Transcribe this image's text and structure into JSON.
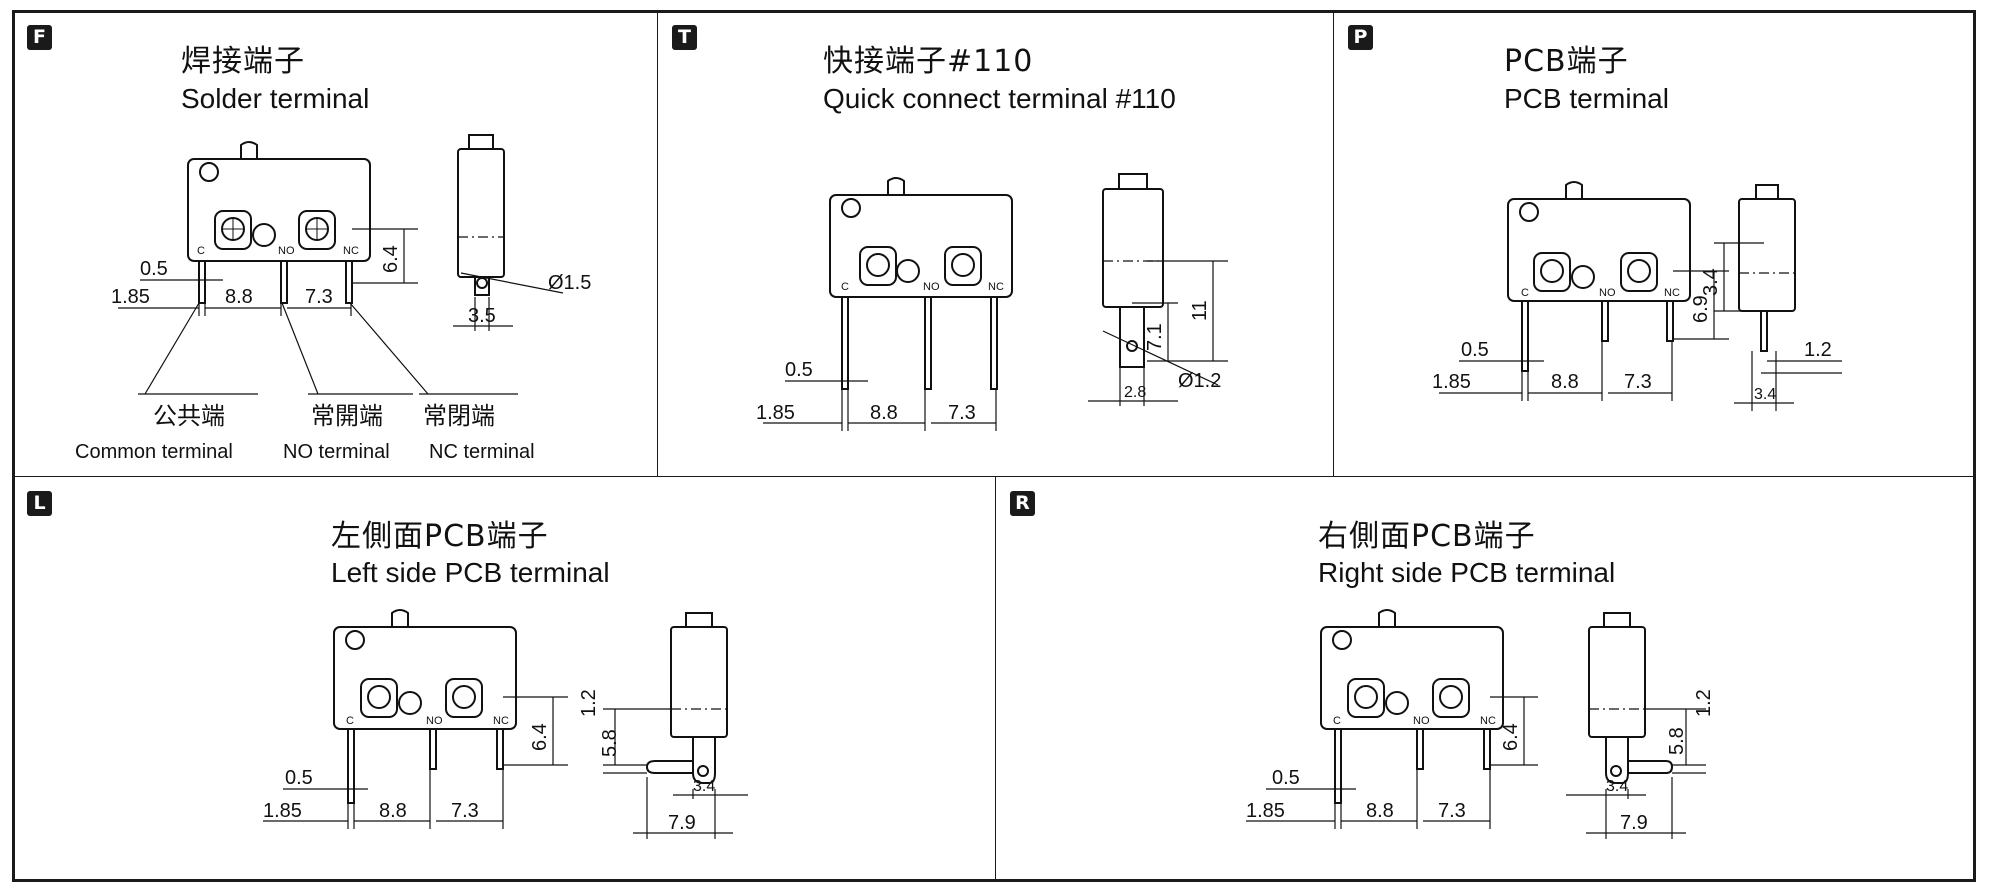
{
  "panels": {
    "F": {
      "badge": "F",
      "title_zh": "焊接端子",
      "title_en": "Solder terminal",
      "dims": {
        "d05": "0.5",
        "d185": "1.85",
        "d88": "8.8",
        "d73": "7.3",
        "d64": "6.4",
        "d35": "3.5",
        "d15": "Ø1.5"
      },
      "pins": {
        "c": "C",
        "no": "NO",
        "nc": "NC"
      },
      "labels": {
        "common_zh": "公共端",
        "no_zh": "常開端",
        "nc_zh": "常閉端",
        "common_en": "Common terminal",
        "no_en": "NO terminal",
        "nc_en": "NC terminal"
      }
    },
    "T": {
      "badge": "T",
      "title_zh": "快接端子#110",
      "title_en": "Quick connect terminal #110",
      "dims": {
        "d05": "0.5",
        "d185": "1.85",
        "d88": "8.8",
        "d73": "7.3",
        "d71": "7.1",
        "d11": "11",
        "d28": "2.8",
        "d12": "Ø1.2"
      },
      "pins": {
        "c": "C",
        "no": "NO",
        "nc": "NC"
      }
    },
    "P": {
      "badge": "P",
      "title_zh": "PCB端子",
      "title_en": "PCB terminal",
      "dims": {
        "d05": "0.5",
        "d185": "1.85",
        "d88": "8.8",
        "d73": "7.3",
        "d69": "6.9",
        "d34v": "3.4",
        "d34": "3.4",
        "d12": "1.2"
      },
      "pins": {
        "c": "C",
        "no": "NO",
        "nc": "NC"
      }
    },
    "L": {
      "badge": "L",
      "title_zh": "左側面PCB端子",
      "title_en": "Left side PCB terminal",
      "dims": {
        "d05": "0.5",
        "d185": "1.85",
        "d88": "8.8",
        "d73": "7.3",
        "d64": "6.4",
        "d12": "1.2",
        "d58": "5.8",
        "d34": "3.4",
        "d79": "7.9"
      },
      "pins": {
        "c": "C",
        "no": "NO",
        "nc": "NC"
      }
    },
    "R": {
      "badge": "R",
      "title_zh": "右側面PCB端子",
      "title_en": "Right side PCB terminal",
      "dims": {
        "d05": "0.5",
        "d185": "1.85",
        "d88": "8.8",
        "d73": "7.3",
        "d64": "6.4",
        "d12": "1.2",
        "d58": "5.8",
        "d34": "3.4",
        "d79": "7.9"
      },
      "pins": {
        "c": "C",
        "no": "NO",
        "nc": "NC"
      }
    }
  }
}
